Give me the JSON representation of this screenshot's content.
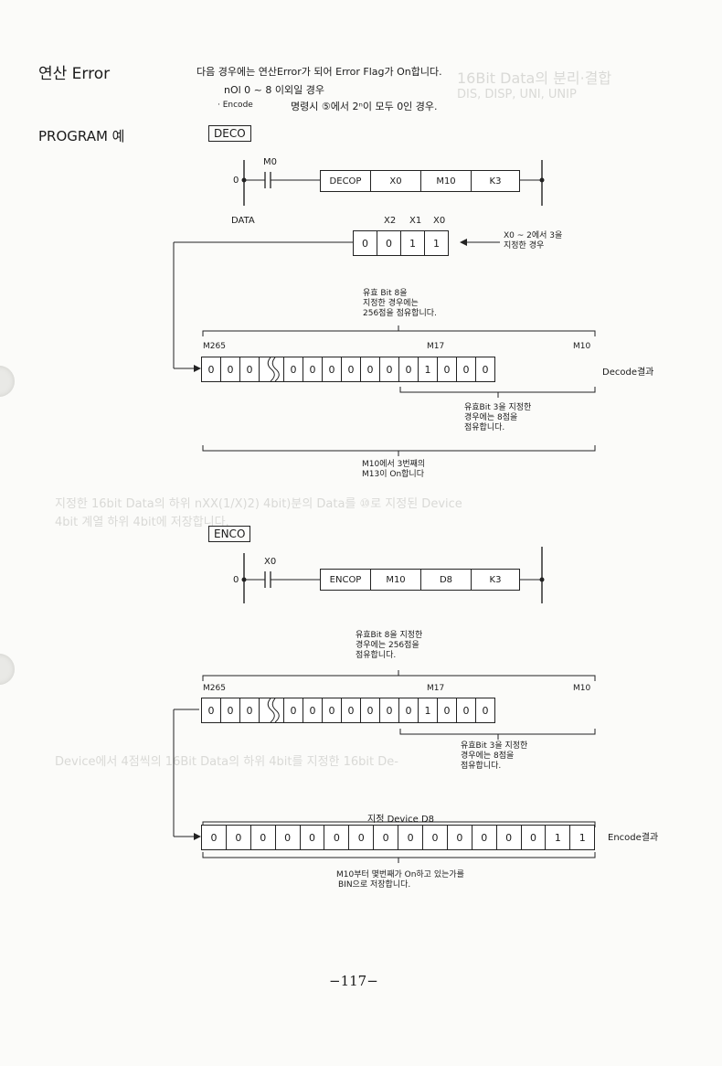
{
  "header": {
    "title": "연산 Error",
    "desc1": "다음 경우에는 연산Error가 되어 Error Flag가 On합니다.",
    "desc2": "nOl 0 ~ 8 이외일 경우",
    "desc3_label": "· Encode",
    "desc3_text": "명령시 ⑤에서 2ⁿ이 모두 0인 경우."
  },
  "program_label": "PROGRAM 예",
  "deco": {
    "tag": "DECO",
    "rung_num": "0",
    "contact": "M0",
    "instruction": [
      "DECOP",
      "X0",
      "M10",
      "K3"
    ],
    "data_label": "DATA",
    "input_headers": [
      "X2",
      "X1",
      "X0"
    ],
    "input_bits": [
      "0",
      "0",
      "1",
      "1"
    ],
    "input_note": [
      "X0 ~ 2에서 3을",
      "지정한 경우"
    ],
    "bit8_note": [
      "유효 Bit 8을",
      "지정한 경우에는",
      "256점을 점유합니다."
    ],
    "reg_left": "M265",
    "reg_mid": "M17",
    "reg_right": "M10",
    "reg_left_bits": [
      "0",
      "0",
      "0"
    ],
    "reg_right_bits": [
      "0",
      "0",
      "0",
      "0",
      "0",
      "0",
      "0",
      "1",
      "0",
      "0",
      "0"
    ],
    "result_label": "Decode결과",
    "bit3_note": [
      "유효Bit 3을 지정한",
      "경우에는 8점을",
      "점유합니다."
    ],
    "m13_note": [
      "M10에서 3번째의",
      "M13이 On합니다"
    ]
  },
  "enco": {
    "tag": "ENCO",
    "rung_num": "0",
    "contact": "X0",
    "instruction": [
      "ENCOP",
      "M10",
      "D8",
      "K3"
    ],
    "bit8_note": [
      "유효Bit 8을 지정한",
      "경우에는 256점을",
      "점유합니다."
    ],
    "reg_left": "M265",
    "reg_mid": "M17",
    "reg_right": "M10",
    "reg_left_bits": [
      "0",
      "0",
      "0"
    ],
    "reg_right_bits": [
      "0",
      "0",
      "0",
      "0",
      "0",
      "0",
      "0",
      "1",
      "0",
      "0",
      "0"
    ],
    "bit3_note": [
      "유효Bit 3을 지정한",
      "경우에는 8점을",
      "점유합니다."
    ],
    "dest_label": "지정 Device D8",
    "d8_bits": [
      "0",
      "0",
      "0",
      "0",
      "0",
      "0",
      "0",
      "0",
      "0",
      "0",
      "0",
      "0",
      "0",
      "0",
      "1",
      "1"
    ],
    "result_label": "Encode결과",
    "store_note": [
      "M10부터 몇번째가 On하고 있는가를",
      "BIN으로 저장합니다."
    ]
  },
  "page_number": "−117−"
}
